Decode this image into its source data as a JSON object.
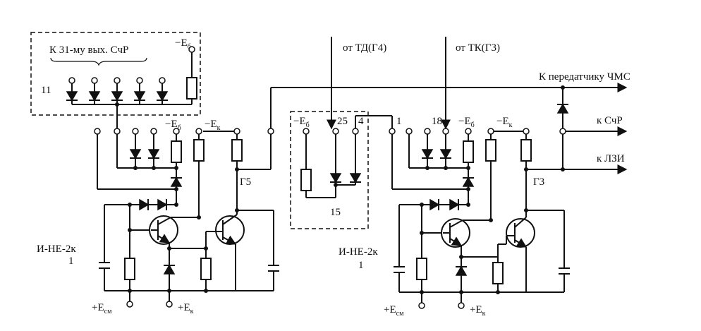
{
  "labels": {
    "block11_title": "К 31-му вых. СчР",
    "block11_num": "11",
    "e_b": "−E",
    "e_b_sub": "б",
    "e_k": "−E",
    "e_k_sub": "к",
    "from_td": "от ТД(Г4)",
    "from_tk": "от ТК(Г3)",
    "to_tx": "К передатчику ЧМС",
    "to_schr": "к СчР",
    "to_lzi": "к ЛЗИ",
    "g5": "Г5",
    "g3": "Г3",
    "block15_num": "15",
    "pin25": "25",
    "pin4": "4",
    "pin1": "1",
    "pin18": "18",
    "gate_left_name": "И-НЕ-2к",
    "gate_left_num": "1",
    "gate_mid_name": "И-НЕ-2к",
    "gate_mid_num": "1",
    "plus_esm": "+E",
    "esm_sub": "см",
    "plus_ek": "+E",
    "ek_sub": "к"
  },
  "colors": {
    "ink": "#111111",
    "background": "#ffffff"
  }
}
